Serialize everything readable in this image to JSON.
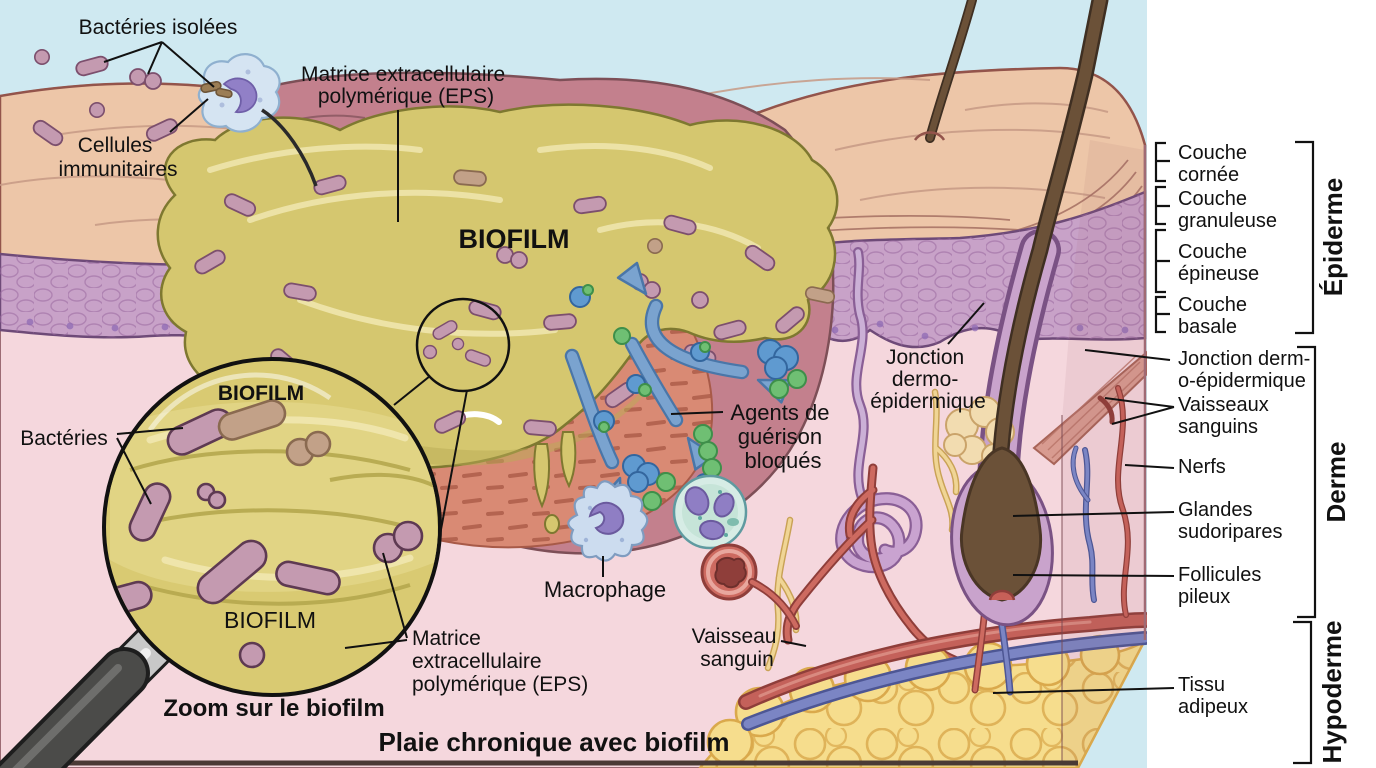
{
  "captions": {
    "main": "Plaie chronique avec biofilm",
    "zoom": "Zoom sur le biofilm"
  },
  "wound_labels": {
    "bacteries_isolees": "Bactéries isolées",
    "cellules_immunitaires": [
      "Cellules",
      "immunitaires"
    ],
    "matrice_eps_top": [
      "Matrice extracellulaire",
      "polymérique (EPS)"
    ],
    "biofilm": "BIOFILM",
    "agents_bloques": [
      "Agents de",
      "guérison",
      "bloqués"
    ],
    "jonction_dermo": [
      "Jonction",
      "dermo-",
      "épidermique"
    ],
    "macrophage": "Macrophage",
    "vaisseau_sanguin": [
      "Vaisseau",
      "sanguin"
    ]
  },
  "zoom_inset": {
    "biofilm_top": "BIOFILM",
    "bacteries": "Bactéries",
    "biofilm_bottom": "BIOFILM",
    "matrice_eps": [
      "Matrice",
      "extracellulaire",
      "polymérique (EPS)"
    ]
  },
  "layer_panel": {
    "epidermis_layers": [
      [
        "Couche",
        "cornée"
      ],
      [
        "Couche",
        "granuleuse"
      ],
      [
        "Couche",
        "épineuse"
      ],
      [
        "Couche",
        "basale"
      ]
    ],
    "structures": [
      [
        "Jonction derm-",
        "o-épidermique"
      ],
      [
        "Vaisseaux",
        "sanguins"
      ],
      [
        "Nerfs",
        ""
      ],
      [
        "Glandes",
        "sudoripares"
      ],
      [
        "Follicules",
        "pileux"
      ],
      [
        "Tissu",
        "adipeux"
      ]
    ],
    "regions": [
      "Épiderme",
      "Derme",
      "Hypoderme"
    ]
  },
  "palette": {
    "sky": "#cfe9f1",
    "skin_surface": "#edc6a8",
    "epidermis": "#c8a2c8",
    "dermis": "#f5d7dd",
    "wound_rim": "#c3808d",
    "wound_wall": "#9c5358",
    "wound_bed": "#d98a74",
    "biofilm": "#d5c76f",
    "bacteria": "#c49ab0",
    "fat": "#f6dd8d",
    "artery": "#c4615a",
    "vein": "#7b85c4",
    "nerve": "#f0d595",
    "arrow_blue": "#7aa3cf",
    "molecule_green": "#6fbf73",
    "molecule_blue": "#5f9ad0",
    "hair": "#6b5138",
    "label_text": "#111111",
    "panel_bg": "#ffffff"
  }
}
